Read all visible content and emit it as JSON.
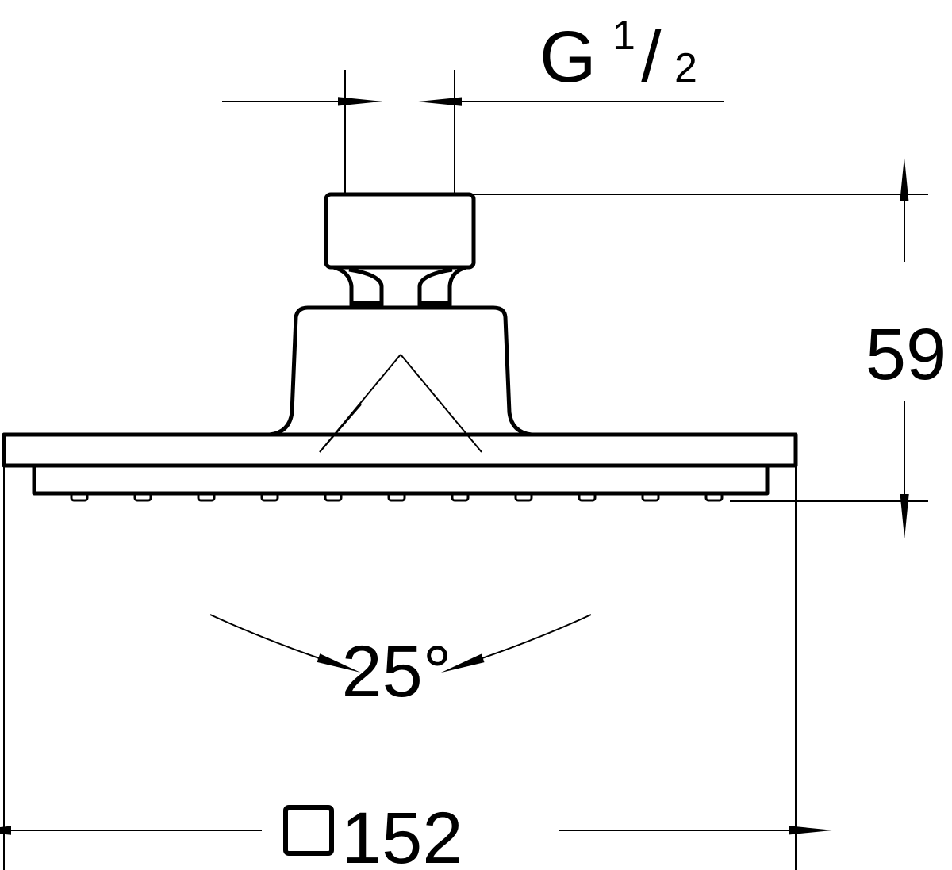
{
  "thread_dimension": {
    "prefix": "G",
    "numerator": "1",
    "denominator": "2"
  },
  "height_dimension": "59",
  "spray_angle": "25°",
  "width_dimension": {
    "symbol": "square",
    "value": "152"
  },
  "colors": {
    "line": "#000000",
    "background": "#ffffff"
  },
  "nozzle_count": 11
}
